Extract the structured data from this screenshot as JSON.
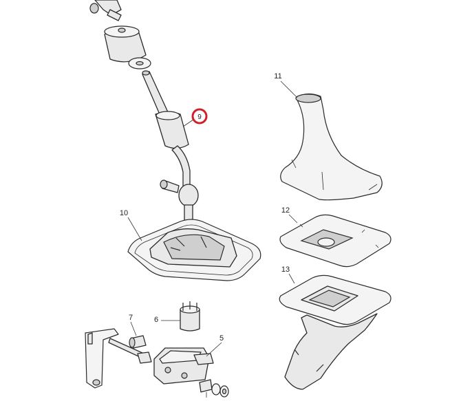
{
  "labels": {
    "p5": "5",
    "p6": "6",
    "p7": "7",
    "p9": "9",
    "p10": "10",
    "p11": "11",
    "p12": "12",
    "p13": "13"
  },
  "highlight": {
    "part": "9",
    "color": "#d0202a"
  },
  "icons": {
    "gear-lever": "gear-lever-icon",
    "gaiter": "gaiter-icon"
  }
}
